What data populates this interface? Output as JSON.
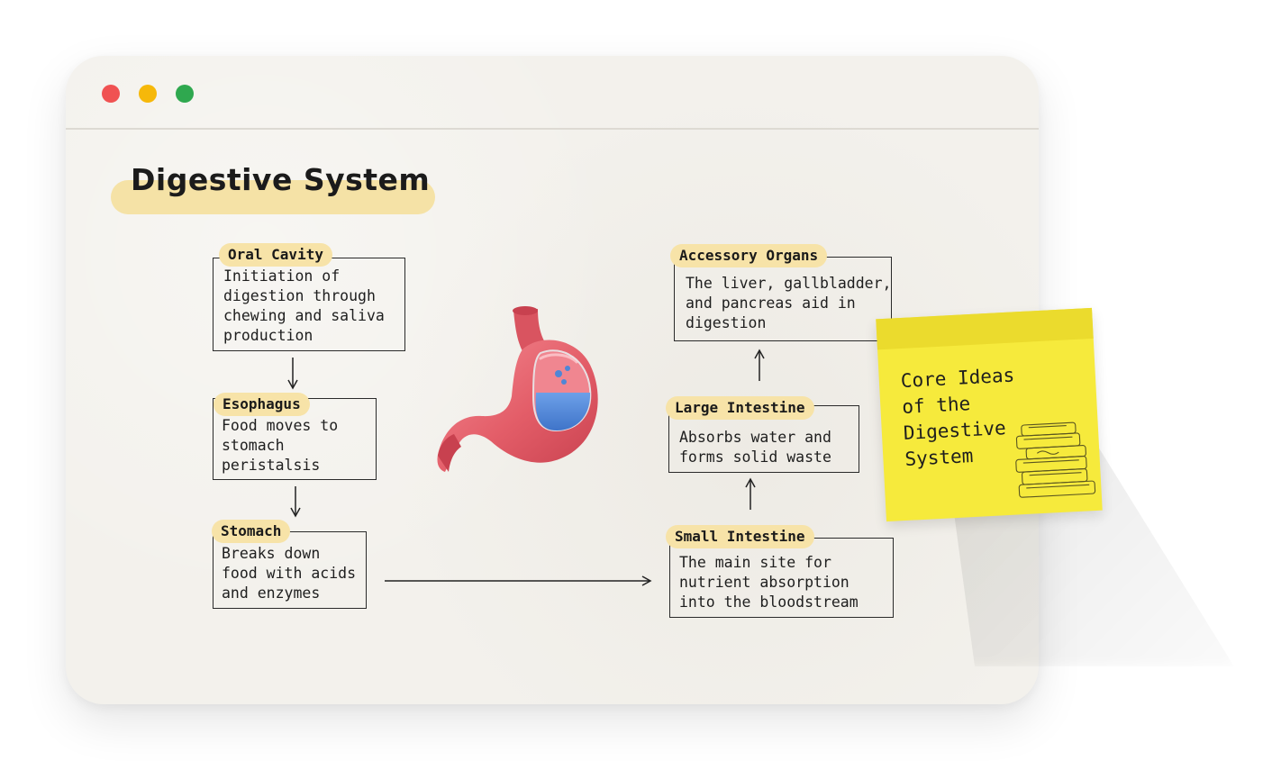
{
  "window": {
    "controls": [
      "close",
      "minimize",
      "maximize"
    ],
    "colors": {
      "close": "#f05252",
      "minimize": "#f6b80a",
      "maximize": "#2fa84f"
    }
  },
  "page": {
    "title": "Digestive System"
  },
  "nodes": {
    "oral_cavity": {
      "label": "Oral Cavity",
      "text": "Initiation of\ndigestion through\nchewing and saliva\nproduction"
    },
    "esophagus": {
      "label": "Esophagus",
      "text": "Food moves to\nstomach\nperistalsis"
    },
    "stomach": {
      "label": "Stomach",
      "text": "Breaks down\nfood with acids\nand enzymes"
    },
    "small_intestine": {
      "label": "Small Intestine",
      "text": "The main site for\nnutrient absorption\ninto the bloodstream"
    },
    "large_intestine": {
      "label": "Large Intestine",
      "text": "Absorbs water and\nforms solid waste"
    },
    "accessory_organs": {
      "label": "Accessory Organs",
      "text": "The liver, gallbladder,\nand pancreas aid in\ndigestion"
    }
  },
  "flow": [
    "oral_cavity",
    "esophagus",
    "stomach",
    "small_intestine",
    "large_intestine",
    "accessory_organs"
  ],
  "sticky_note": {
    "text": "Core Ideas\nof the\nDigestive\nSystem",
    "icon": "books-stack-icon"
  },
  "illustration": {
    "icon": "stomach-icon"
  },
  "colors": {
    "chip": "#f7e3a8",
    "title_highlight": "#f5e2a6",
    "sticky": "#f6ea3c",
    "stomach": "#e35d68",
    "stomach_liquid": "#4f86d6"
  }
}
